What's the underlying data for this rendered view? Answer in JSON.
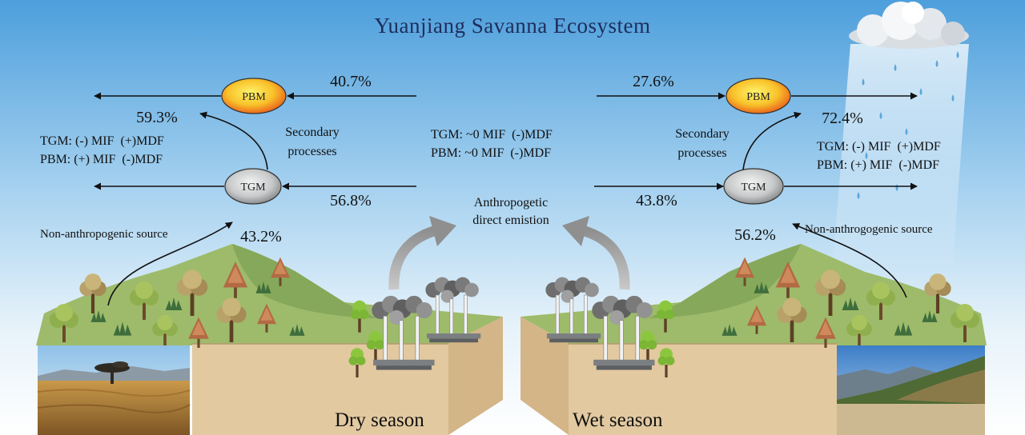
{
  "title": "Yuanjiang Savanna Ecosystem",
  "dry": {
    "season_label": "Dry season",
    "pbm": "PBM",
    "tgm": "TGM",
    "pct_pbm_in": "40.7%",
    "pct_pbm_out": "59.3%",
    "pct_tgm_in": "56.8%",
    "pct_source": "43.2%",
    "secondary_1": "Secondary",
    "secondary_2": "processes",
    "tgm_line": "TGM: (-) MIF  (+)MDF",
    "pbm_line": "PBM: (+) MIF  (-)MDF",
    "source": "Non-anthropogenic source"
  },
  "wet": {
    "season_label": "Wet season",
    "pbm": "PBM",
    "tgm": "TGM",
    "pct_pbm_in": "27.6%",
    "pct_pbm_out": "72.4%",
    "pct_tgm_in": "43.8%",
    "pct_source": "56.2%",
    "secondary_1": "Secondary",
    "secondary_2": "processes",
    "tgm_line": "TGM: (-) MIF  (+)MDF",
    "pbm_line": "PBM: (+) MIF  (-)MDF",
    "source": "Non-anthrogogenic source"
  },
  "center": {
    "tgm_line": "TGM: ~0 MIF  (-)MDF",
    "pbm_line": "PBM: ~0 MIF  (-)MDF",
    "emission_1": "Anthropogetic",
    "emission_2": "direct emistion"
  },
  "colors": {
    "title": "#1f2d5c",
    "sky_top": "#4d9fdc",
    "pbm_fill": "#f4a11c",
    "tgm_fill": "#b9bcbd",
    "ground_top": "#9dbb6a",
    "ground_face": "#e2c9a0"
  },
  "icons": [
    "cloud-icon",
    "rain-icon",
    "factory-icon",
    "tree-icon"
  ]
}
